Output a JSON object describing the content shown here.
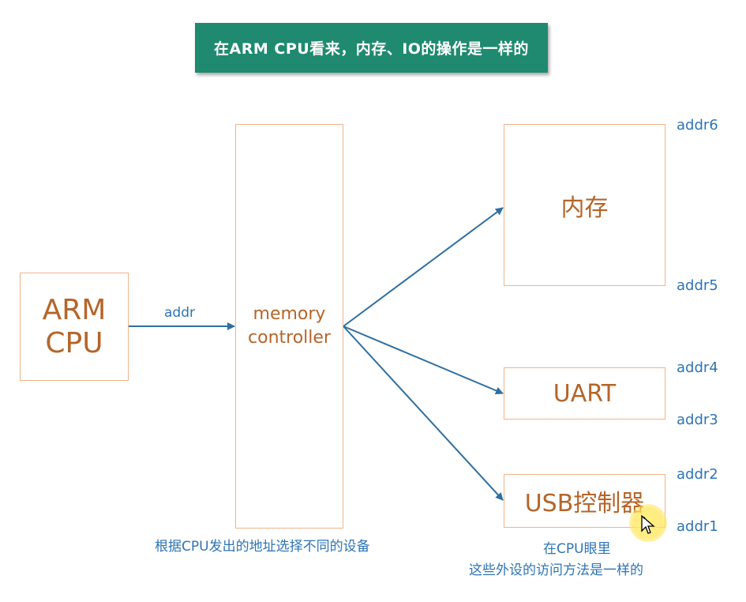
{
  "banner": {
    "title": "在ARM CPU看来，内存、IO的操作是一样的"
  },
  "cpu": {
    "label": "ARM\nCPU"
  },
  "controller": {
    "label": "memory\ncontroller"
  },
  "bus_label": "addr",
  "devices": {
    "memory": "内存",
    "uart": "UART",
    "usb": "USB控制器"
  },
  "addresses": {
    "addr6": "addr6",
    "addr5": "addr5",
    "addr4": "addr4",
    "addr3": "addr3",
    "addr2": "addr2",
    "addr1": "addr1"
  },
  "captions": {
    "controller_note": "根据CPU发出的地址选择不同的设备",
    "cpu_view_line1": "在CPU眼里",
    "cpu_view_line2": "这些外设的访问方法是一样的"
  },
  "colors": {
    "banner_bg": "#1f8a70",
    "box_border": "#f0b48a",
    "box_text": "#b5652a",
    "arrow": "#2e6fa0",
    "label_blue": "#2e74b5"
  },
  "icons": {
    "cursor": "move-cursor-icon"
  }
}
